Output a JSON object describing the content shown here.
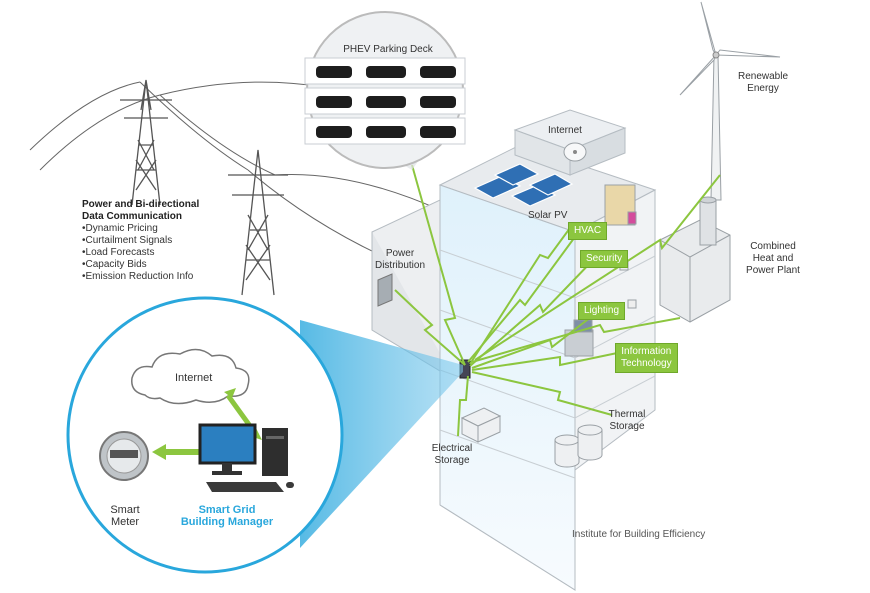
{
  "labels": {
    "phev": "PHEV Parking Deck",
    "renewable": [
      "Renewable",
      "Energy"
    ],
    "internet_roof": "Internet",
    "solar": "Solar PV",
    "power_distribution": [
      "Power",
      "Distribution"
    ],
    "chp": [
      "Combined",
      "Heat and",
      "Power Plant"
    ],
    "thermal": [
      "Thermal",
      "Storage"
    ],
    "electrical": [
      "Electrical",
      "Storage"
    ],
    "internet_cloud": "Internet",
    "smart_meter": [
      "Smart",
      "Meter"
    ],
    "manager": [
      "Smart Grid",
      "Building Manager"
    ]
  },
  "tags": {
    "hvac": "HVAC",
    "security": "Security",
    "lighting": "Lighting",
    "it": [
      "Information",
      "Technology"
    ]
  },
  "comm": {
    "title": [
      "Power and Bi-directional",
      "Data Communication"
    ],
    "items": [
      "Dynamic Pricing",
      "Curtailment Signals",
      "Load Forecasts",
      "Capacity Bids",
      "Emission Reduction Info"
    ]
  },
  "credit": "Institute for Building Efficiency",
  "colors": {
    "accent": "#8cc63f",
    "blue": "#29a7dc",
    "building": "#e9ecef"
  },
  "icons": [
    "transmission-tower-icon",
    "wind-turbine-icon",
    "car-icon",
    "solar-panel-icon",
    "satellite-dish-icon",
    "smokestack-icon",
    "computer-icon",
    "meter-icon",
    "cloud-icon",
    "tank-icon"
  ]
}
